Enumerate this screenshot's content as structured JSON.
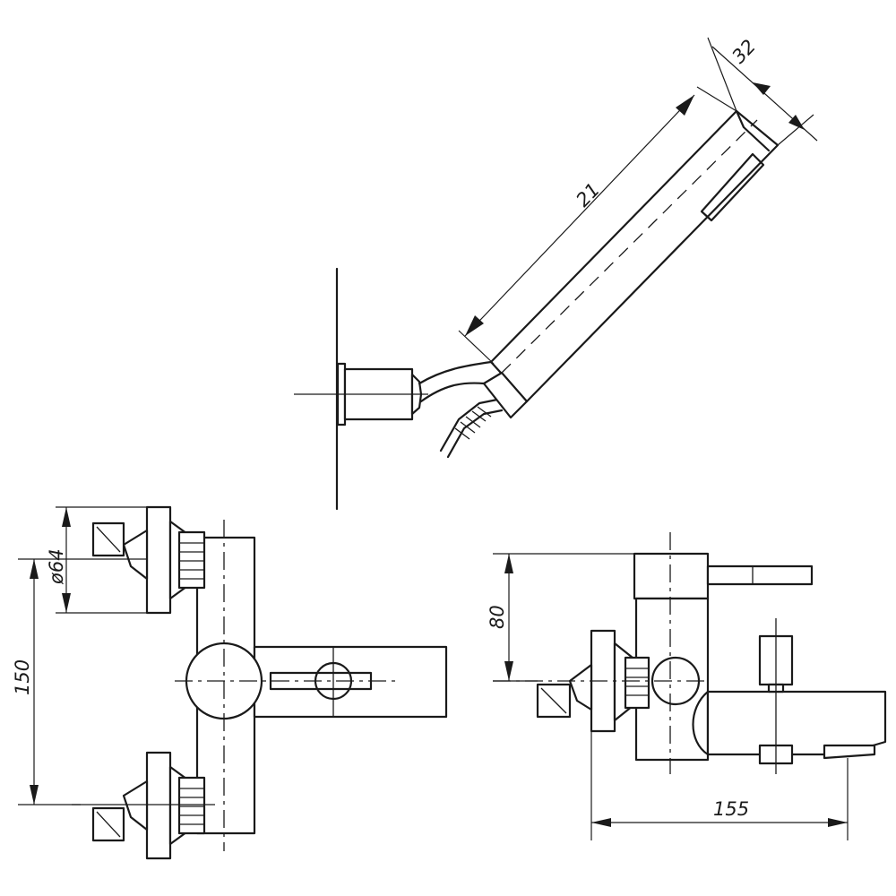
{
  "dimensions": {
    "handset_length": "21",
    "handset_diameter": "32",
    "connection_diameter": "ø64",
    "center_distance": "150",
    "body_height": "80",
    "spout_reach": "155"
  },
  "colors": {
    "line": "#1a1a1a",
    "background": "#ffffff"
  }
}
